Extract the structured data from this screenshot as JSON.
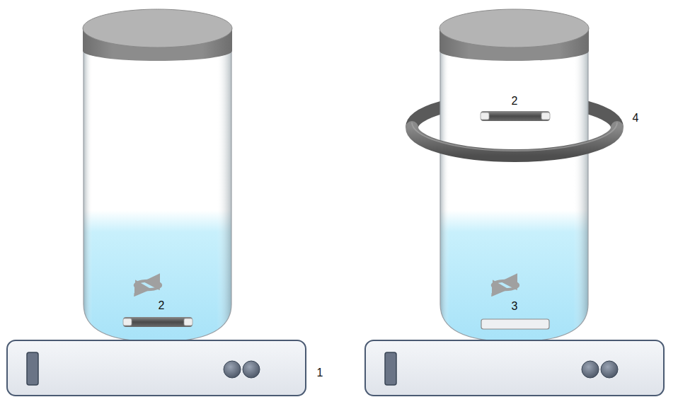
{
  "diagram": {
    "labels": [
      "2",
      "1",
      "2",
      "4",
      "3"
    ]
  }
}
